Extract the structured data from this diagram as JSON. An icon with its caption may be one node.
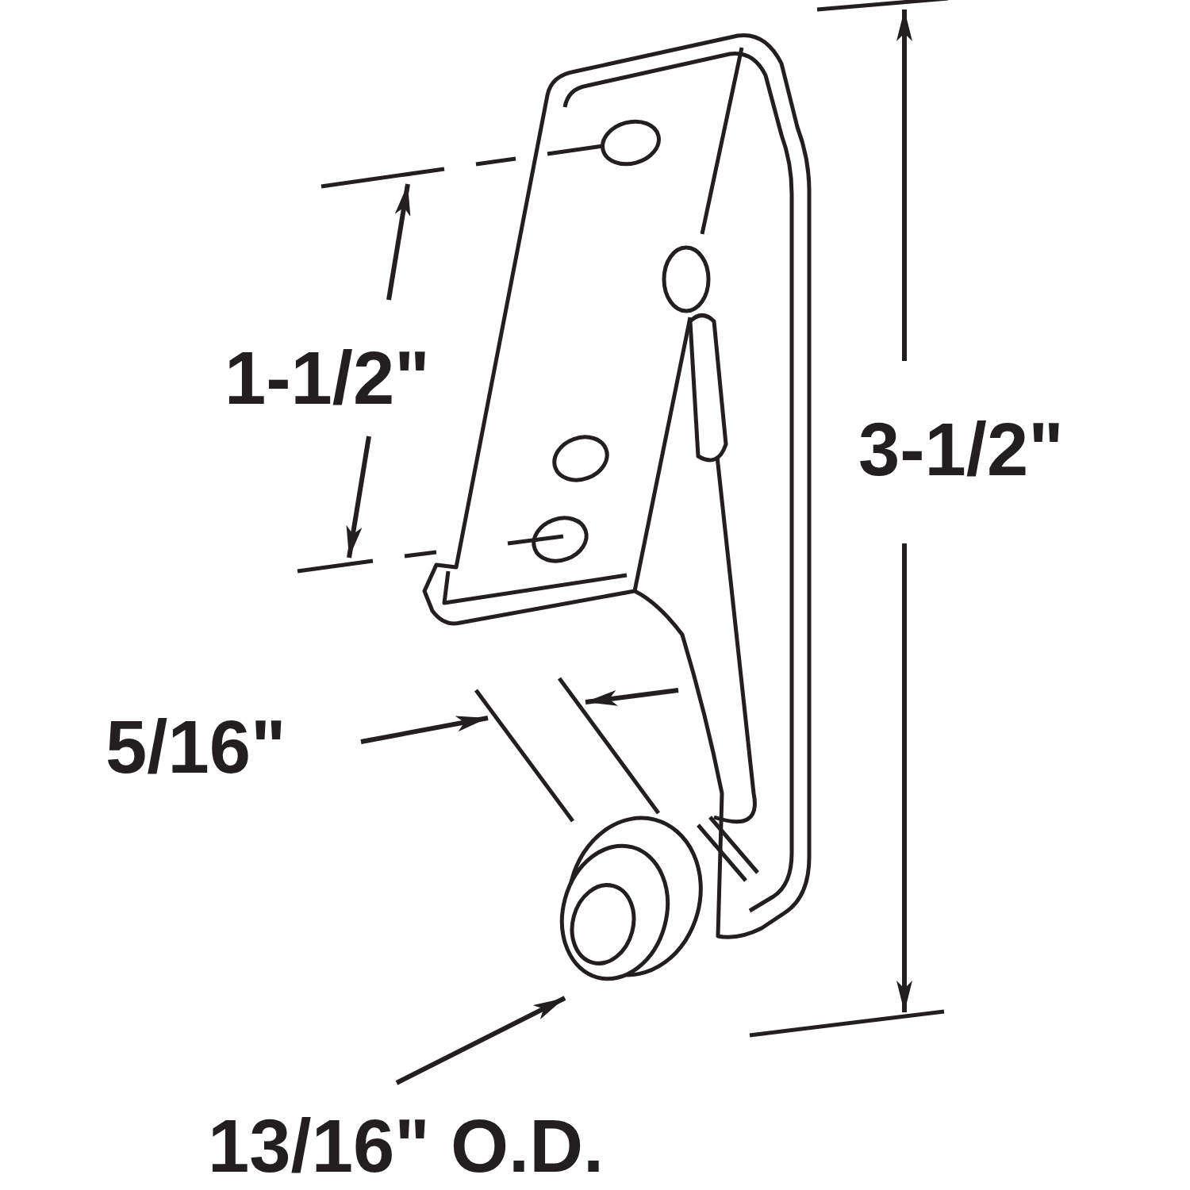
{
  "diagram": {
    "labels": [
      "1-1/2\"",
      "3-1/2\"",
      "5/16\"",
      "13/16\" O.D."
    ]
  }
}
